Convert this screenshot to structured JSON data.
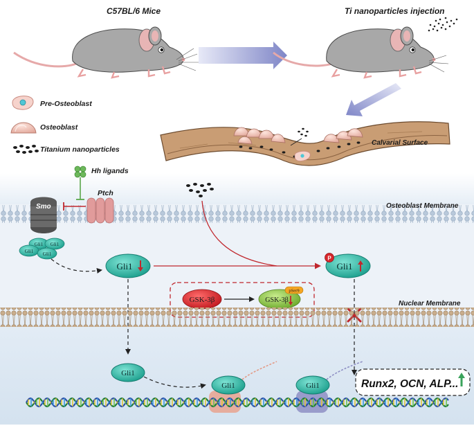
{
  "top": {
    "mouse_left_label": "C57BL/6 Mice",
    "mouse_right_label": "Ti nanoparticles injection"
  },
  "legend": {
    "pre_osteoblast": "Pre-Osteoblast",
    "osteoblast": "Osteoblast",
    "titanium": "Titanium nanoparticles",
    "hh_ligands": "Hh ligands"
  },
  "surface": {
    "calvarial_label": "Calvarial Surface"
  },
  "membrane": {
    "smo": "Smo",
    "ptch": "Ptch",
    "osteoblast_membrane": "Osteoblast Membrane",
    "nuclear_membrane": "Nuclear Membrane"
  },
  "gli": {
    "cluster": [
      "Gli1",
      "Gli1",
      "Gli1",
      "Gli1"
    ],
    "cyto_left": "Gli1",
    "cyto_right": "Gli1",
    "phospho": "P",
    "gsk": "GSK-3β",
    "gsk_p": "GSK-3β",
    "pser": "pSer9",
    "nuclear_mid": "Gli1",
    "dna_left": "Gli1",
    "dna_right": "Gli1",
    "p_small": "P"
  },
  "targets": {
    "text": "Runx2, OCN, ALP..."
  },
  "colors": {
    "cytoplasm": "#eef3f8",
    "nucleus": "#dfe9f3",
    "gli_teal": "#2fb8a7",
    "inhibit_red": "#c0272d",
    "up_green": "#3aa35b",
    "gsk_red": "#d7262b",
    "gsk_green": "#8cc63f",
    "arrow_blue": "#8f96d0",
    "bone": "#c79a72",
    "mouse_gray": "#a6a6a6"
  }
}
